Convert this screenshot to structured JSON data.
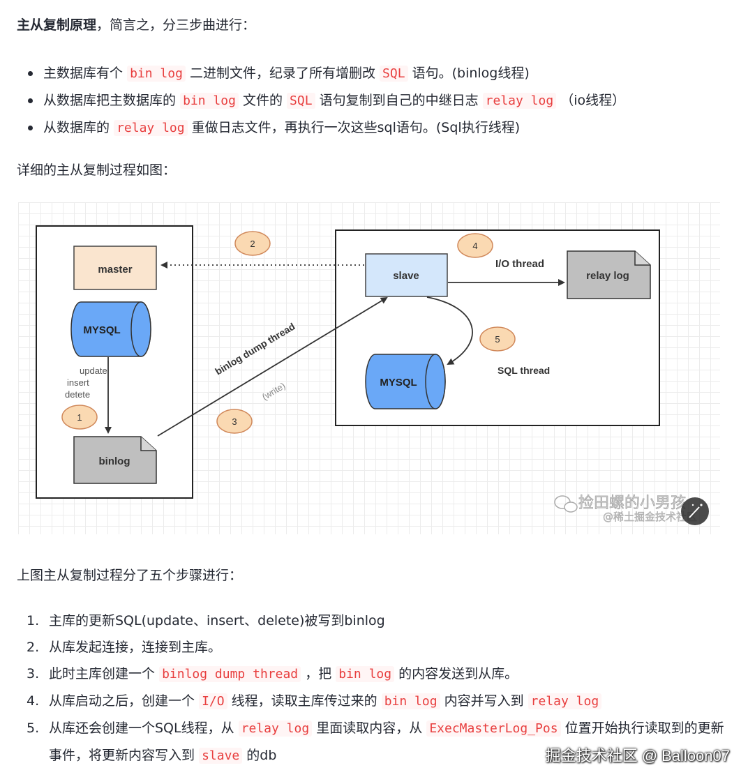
{
  "intro": {
    "bold": "主从复制原理",
    "rest": "，简言之，分三步曲进行："
  },
  "bullets": [
    {
      "p1": "主数据库有个",
      "c1": "bin log",
      "p2": "二进制文件，纪录了所有增删改",
      "c2": "SQL",
      "p3": "语句。(binlog线程)"
    },
    {
      "p1": "从数据库把主数据库的",
      "c1": "bin log",
      "p2": "文件的",
      "c2": "SQL",
      "p3": "语句复制到自己的中继日志",
      "c3": "relay log",
      "p4": "（io线程）"
    },
    {
      "p1": "从数据库的",
      "c1": "relay log",
      "p2": "重做日志文件，再执行一次这些sql语句。(Sql执行线程)"
    }
  ],
  "detail_heading": "详细的主从复制过程如图：",
  "diagram": {
    "master_label": "master",
    "mysql_master_label": "MYSQL",
    "binlog_label": "binlog",
    "ops_labels": [
      "update",
      "insert",
      "detete"
    ],
    "slave_label": "slave",
    "relay_log_label": "relay log",
    "mysql_slave_label": "MYSQL",
    "io_thread_label": "I/O thread",
    "sql_thread_label": "SQL thread",
    "dump_thread_label": "binlog dump thread",
    "write_label": "(write)",
    "step_numbers": [
      "1",
      "2",
      "3",
      "4",
      "5"
    ],
    "watermark_main": "捡田螺的小男孩",
    "watermark_sub": "@稀土掘金技术社区",
    "colors": {
      "master_fill": "#fae5cf",
      "mysql_fill": "#6aa8f7",
      "slave_fill": "#d4e7fb",
      "file_fill": "#bfbfbf",
      "step_fill": "#fad9b2",
      "step_stroke": "#d0885a"
    }
  },
  "steps_heading": "上图主从复制过程分了五个步骤进行：",
  "steps": [
    {
      "num": "1.",
      "p1": "主库的更新SQL(update、insert、delete)被写到binlog"
    },
    {
      "num": "2.",
      "p1": "从库发起连接，连接到主库。"
    },
    {
      "num": "3.",
      "p1": "此时主库创建一个",
      "c1": "binlog dump thread",
      "p2": "，把",
      "c2": "bin log",
      "p3": "的内容发送到从库。"
    },
    {
      "num": "4.",
      "p1": "从库启动之后，创建一个",
      "c1": "I/O",
      "p2": "线程，读取主库传过来的",
      "c2": "bin log",
      "p3": "内容并写入到",
      "c3": "relay log"
    },
    {
      "num": "5.",
      "p1": "从库还会创建一个SQL线程，从",
      "c1": "relay log",
      "p2": "里面读取内容，从",
      "c2": "ExecMasterLog_Pos",
      "p3": "位置开始执行读取到的更新事件，将更新内容写入到",
      "c3": "slave",
      "p4": "的db"
    }
  ],
  "footer_watermark": "掘金技术社区 @ Balloon07"
}
